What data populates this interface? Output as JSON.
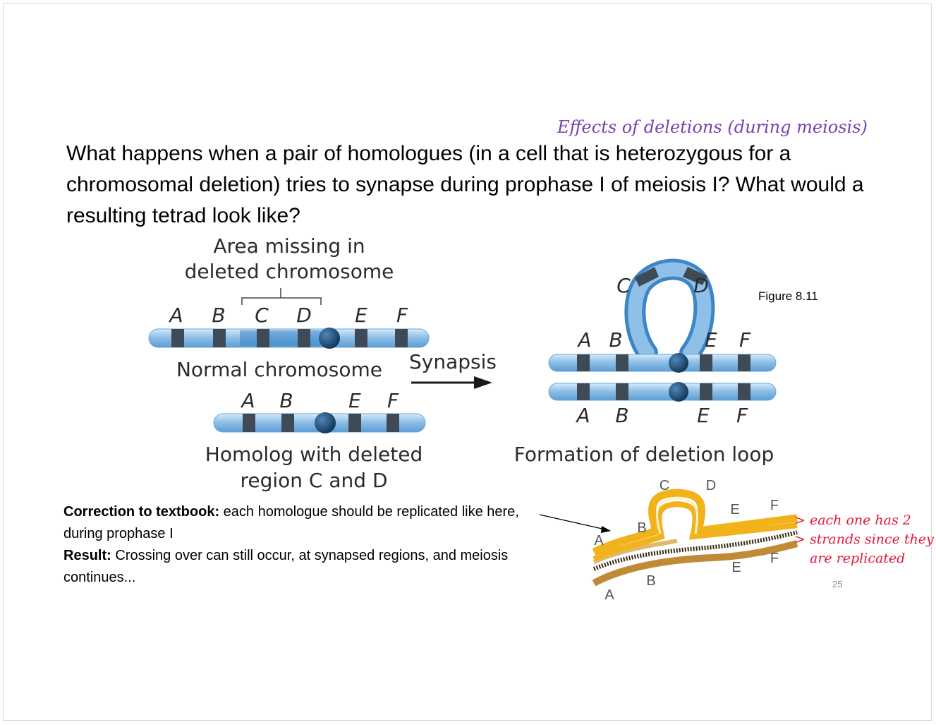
{
  "annotation_title": "Effects of deletions (during meiosis)",
  "question": "What happens when a pair of homologues (in a cell that is heterozygous for a chromosomal deletion) tries to synapse during prophase I of meiosis I? What would a resulting tetrad look like?",
  "figure": {
    "figure_label": "Figure 8.11",
    "missing_area_label_line1": "Area missing in",
    "missing_area_label_line2": "deleted chromosome",
    "normal_chromosome_label": "Normal chromosome",
    "homolog_label_line1": "Homolog with deleted",
    "homolog_label_line2": "region C and D",
    "synapsis_label": "Synapsis",
    "loop_label": "Formation of deletion loop",
    "genes": [
      "A",
      "B",
      "C",
      "D",
      "E",
      "F"
    ],
    "deleted_genes": [
      "A",
      "B",
      "E",
      "F"
    ],
    "colors": {
      "chromosome": "#8fc0e8",
      "chromosome_dark": "#3d85c6",
      "band": "#3f4a57",
      "centromere": "#17476f",
      "strand_yellow": "#f2b21c",
      "strand_brown": "#c08a37"
    }
  },
  "notes": {
    "correction_heading": "Correction to textbook:",
    "correction_text": " each homologue should be replicated like here, during prophase I",
    "result_heading": "Result:",
    "result_text": " Crossing over can still occur, at synapsed regions, and meiosis continues..."
  },
  "handwritten_note": {
    "line1": "> each one has 2",
    "line2": "> strands since they",
    "line3": "are replicated"
  },
  "page_number": "25"
}
